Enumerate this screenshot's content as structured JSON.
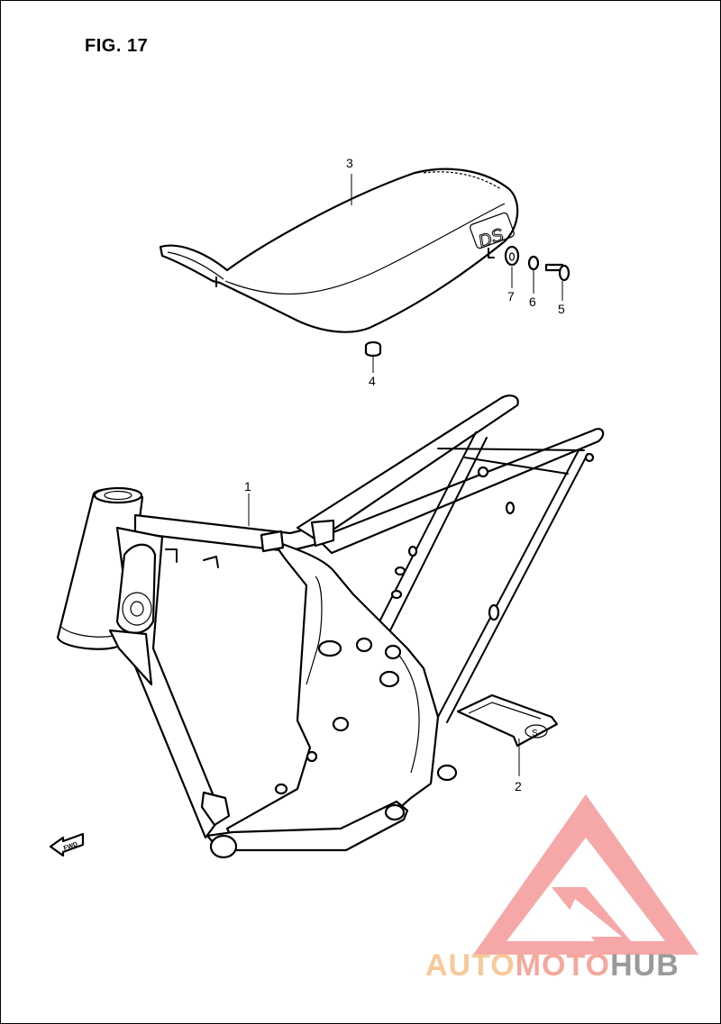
{
  "figure": {
    "title": "FIG. 17"
  },
  "callouts": {
    "c1": "1",
    "c2": "2",
    "c3": "3",
    "c4": "4",
    "c5": "5",
    "c6": "6",
    "c7": "7"
  },
  "seat_badge": "DS",
  "guard_badge": "S",
  "fwd_label": "FWD",
  "watermark": {
    "part1": "AUTO",
    "part2": "MOTO",
    "part3": "HUB",
    "colors": {
      "auto": "#f7c99a",
      "moto": "#f4a89c",
      "hub": "#9a9a9a",
      "triangle": "#f59a9a"
    }
  }
}
